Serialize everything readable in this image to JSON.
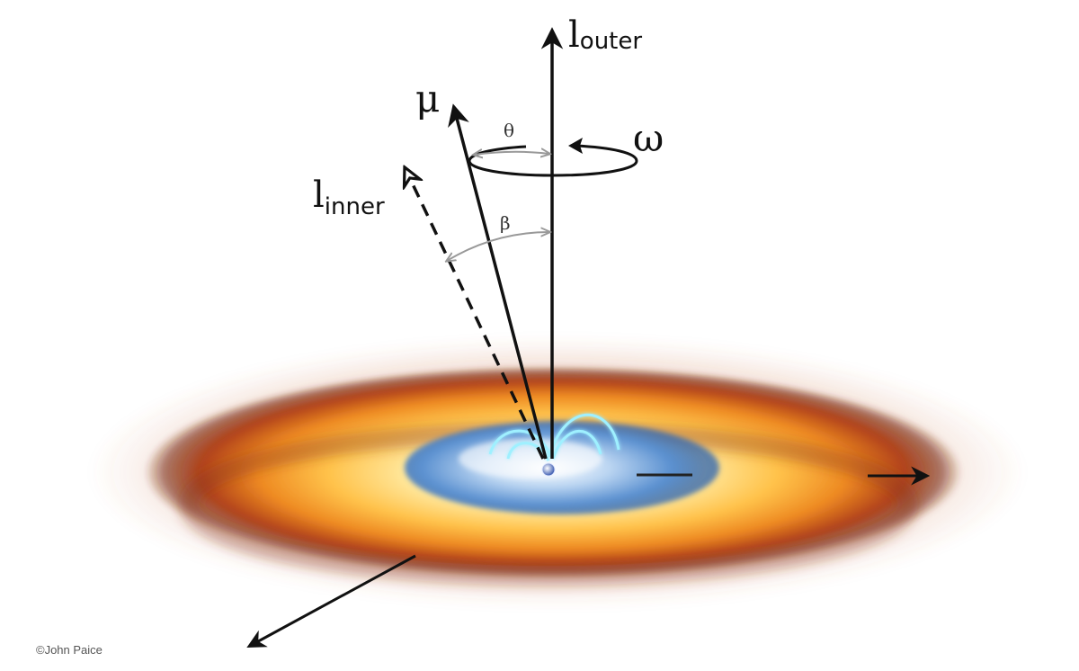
{
  "labels": {
    "l_outer_main": "l",
    "l_outer_sub": "outer",
    "l_inner_main": "l",
    "l_inner_sub": "inner",
    "mu": "μ",
    "omega": "ω",
    "theta": "θ",
    "beta": "β"
  },
  "credit": "©John Paice",
  "colors": {
    "disk_outer": "#7a2a10",
    "disk_mid": "#e06a1a",
    "disk_bright": "#ffc94a",
    "disk_core": "#fff6c8",
    "inner_blue": "#3a7ac8",
    "arrow": "#111111",
    "guide": "#999999"
  }
}
